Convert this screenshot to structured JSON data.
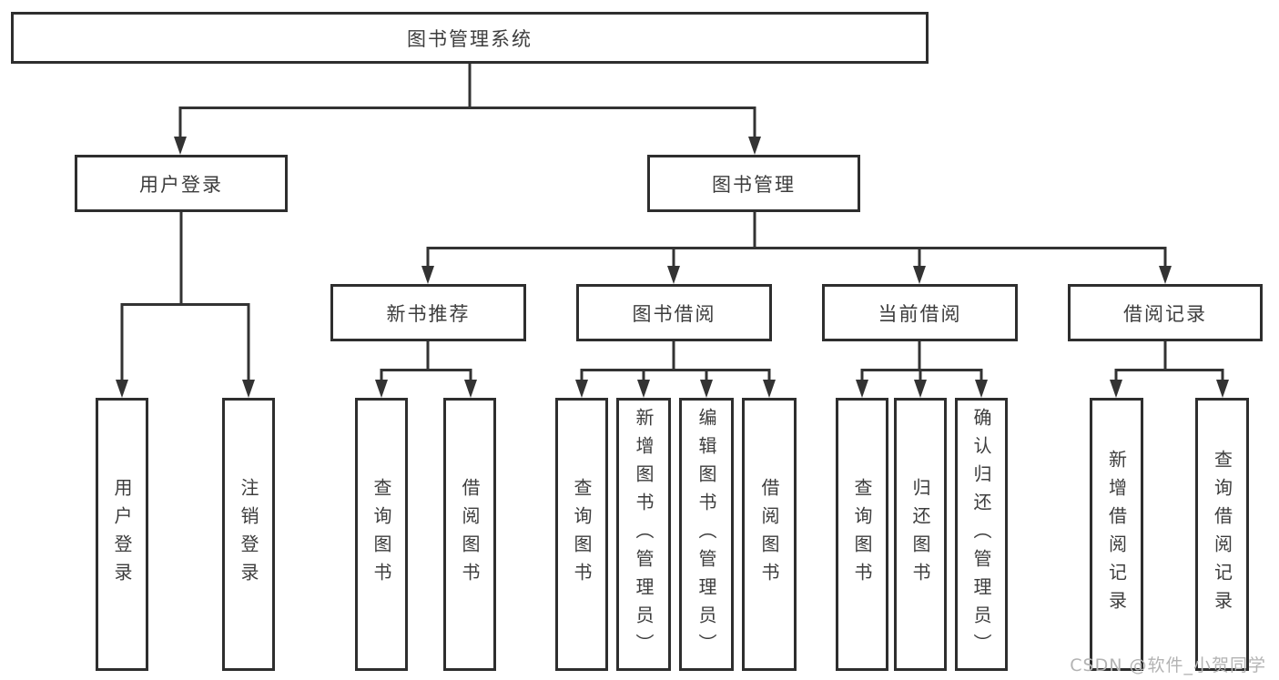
{
  "tree": {
    "root": "图书管理系统",
    "branches": [
      {
        "label": "用户登录",
        "children": [
          "用户登录",
          "注销登录"
        ]
      },
      {
        "label": "图书管理",
        "groups": [
          {
            "label": "新书推荐",
            "children": [
              "查询图书",
              "借阅图书"
            ]
          },
          {
            "label": "图书借阅",
            "children": [
              "查询图书",
              "新增图书（管理员）",
              "编辑图书（管理员）",
              "借阅图书"
            ]
          },
          {
            "label": "当前借阅",
            "children": [
              "查询图书",
              "归还图书",
              "确认归还（管理员）"
            ]
          },
          {
            "label": "借阅记录",
            "children": [
              "新增借阅记录",
              "查询借阅记录"
            ]
          }
        ]
      }
    ]
  },
  "watermark": "CSDN @软件_小贺同学",
  "colors": {
    "line": "#333333",
    "box_border": "#2e2e2e",
    "text": "#3d3d3d",
    "watermark": "#b3b3b3",
    "background": "#ffffff"
  }
}
